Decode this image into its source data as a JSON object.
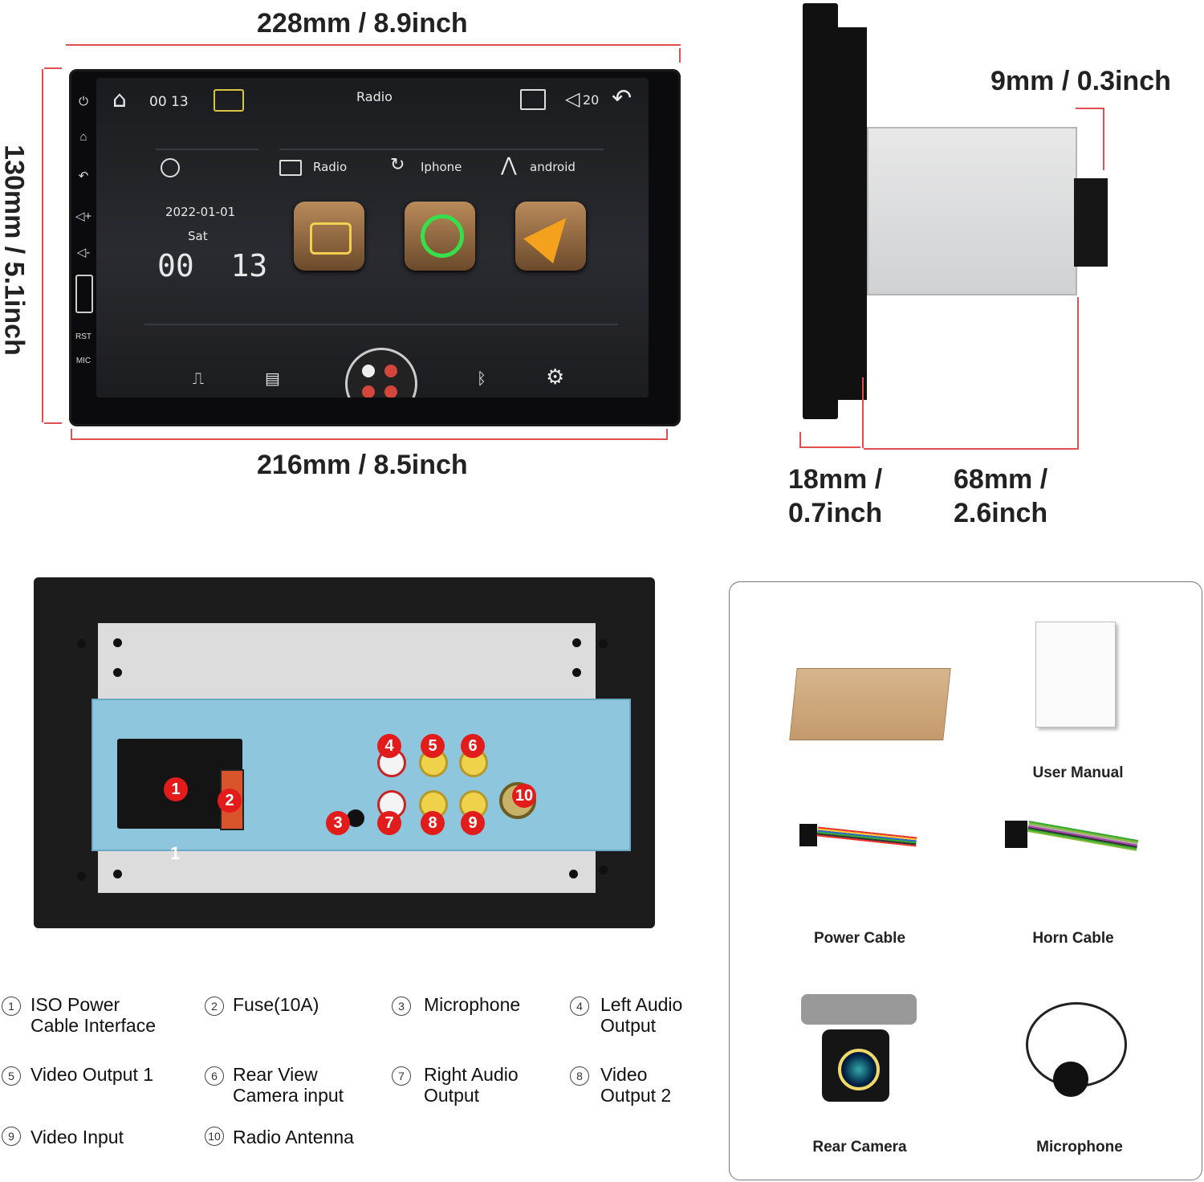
{
  "dimensions": {
    "width_top": "228mm / 8.9inch",
    "width_bottom": "216mm / 8.5inch",
    "height_left": "130mm / 5.1inch",
    "depth_small": "9mm / 0.3inch",
    "depth_front_line1": "18mm /",
    "depth_front_line2": "0.7inch",
    "depth_body_line1": "68mm /",
    "depth_body_line2": "2.6inch"
  },
  "screen": {
    "time_top": "00 13",
    "title": "Radio",
    "volume": "20",
    "date": "2022-01-01",
    "weekday": "Sat",
    "clock": "00  13",
    "apps": [
      {
        "label": "Radio"
      },
      {
        "label": "Iphone"
      },
      {
        "label": "android"
      }
    ],
    "side_labels": {
      "rst": "RST",
      "mic": "MIC"
    }
  },
  "ports": [
    "1",
    "2",
    "3",
    "4",
    "5",
    "6",
    "7",
    "8",
    "9",
    "10"
  ],
  "back_marker": "1",
  "legend": [
    {
      "num": "1",
      "line1": "ISO Power",
      "line2": "Cable Interface"
    },
    {
      "num": "2",
      "line1": "Fuse(10A)",
      "line2": ""
    },
    {
      "num": "3",
      "line1": "Microphone",
      "line2": ""
    },
    {
      "num": "4",
      "line1": "Left Audio",
      "line2": "Output"
    },
    {
      "num": "5",
      "line1": "Video Output 1",
      "line2": ""
    },
    {
      "num": "6",
      "line1": "Rear View",
      "line2": "Camera input"
    },
    {
      "num": "7",
      "line1": "Right Audio",
      "line2": "Output"
    },
    {
      "num": "8",
      "line1": "Video",
      "line2": "Output 2"
    },
    {
      "num": "9",
      "line1": "Video Input",
      "line2": ""
    },
    {
      "num": "10",
      "line1": "Radio Antenna",
      "line2": ""
    }
  ],
  "accessories": {
    "user_manual": "User Manual",
    "power_cable": "Power Cable",
    "horn_cable": "Horn Cable",
    "rear_camera": "Rear Camera",
    "microphone": "Microphone"
  },
  "colors": {
    "dimension_line": "#e05050",
    "port_badge": "#e21b1b",
    "plate_blue": "#8ec6de"
  }
}
